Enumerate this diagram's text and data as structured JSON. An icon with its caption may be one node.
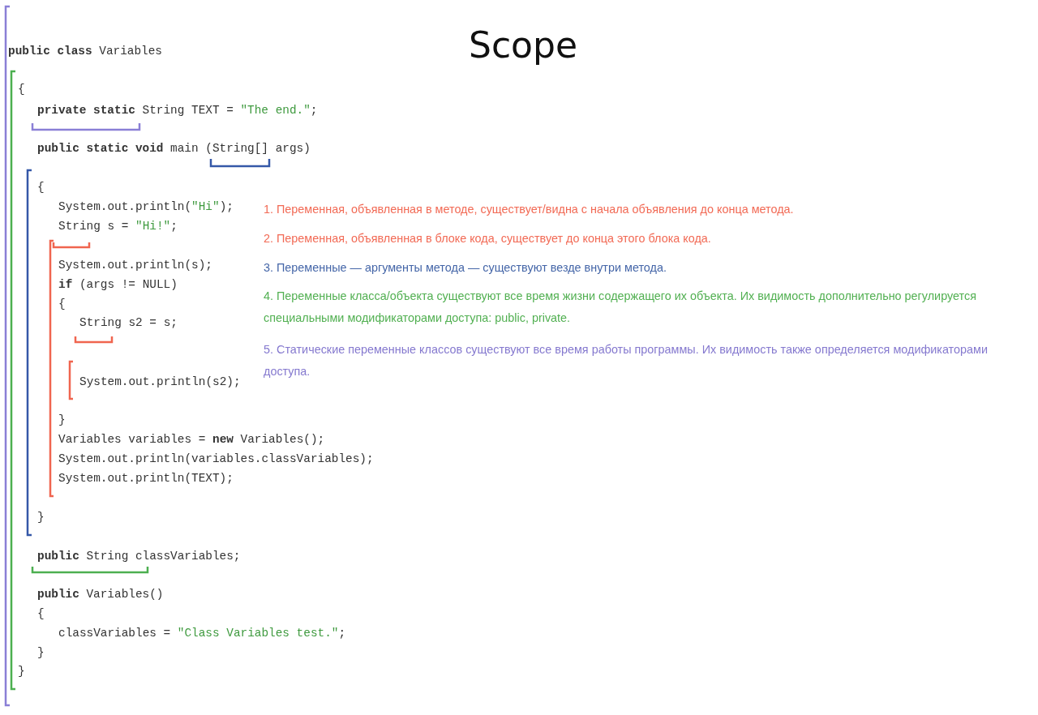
{
  "diagram": {
    "title": "Scope",
    "labels": [
      "**public class** Variables",
      "{",
      "**private static** String TEXT = \"The end.\";",
      "**public static void** main (String[] args)",
      "{",
      "System.out.println(\"Hi\");",
      "String s = \"Hi!\";",
      "System.out.println(s);",
      "**if** (args != NULL)",
      "{",
      "String s2 = s;",
      "System.out.println(s2);",
      "}",
      "Variables variables = **new** Variables();",
      "System.out.println(variables.classVariables);",
      "System.out.println(TEXT);",
      "}",
      "**public** String classVariables;",
      "**public** Variables()",
      "{",
      "classVariables = \"Class Variables test.\";",
      "}",
      "}",
      "1. Переменная, объявленная в методе, существует/видна с начала объявления до конца метода.",
      "2. Переменная, объявленная в блоке кода, существует до конца этого блока кода.",
      "3. Переменные — аргументы метода — существуют везде внутри метода.",
      "4. Переменные класса/объекта существуют все время жизни содержащего их объекта. Их видимость дополнительно регулируется специальными модификаторами доступа: public, private.",
      "5. Статические переменные классов существуют все время работы программы. Их видимость также определяется модификаторами доступа."
    ]
  }
}
